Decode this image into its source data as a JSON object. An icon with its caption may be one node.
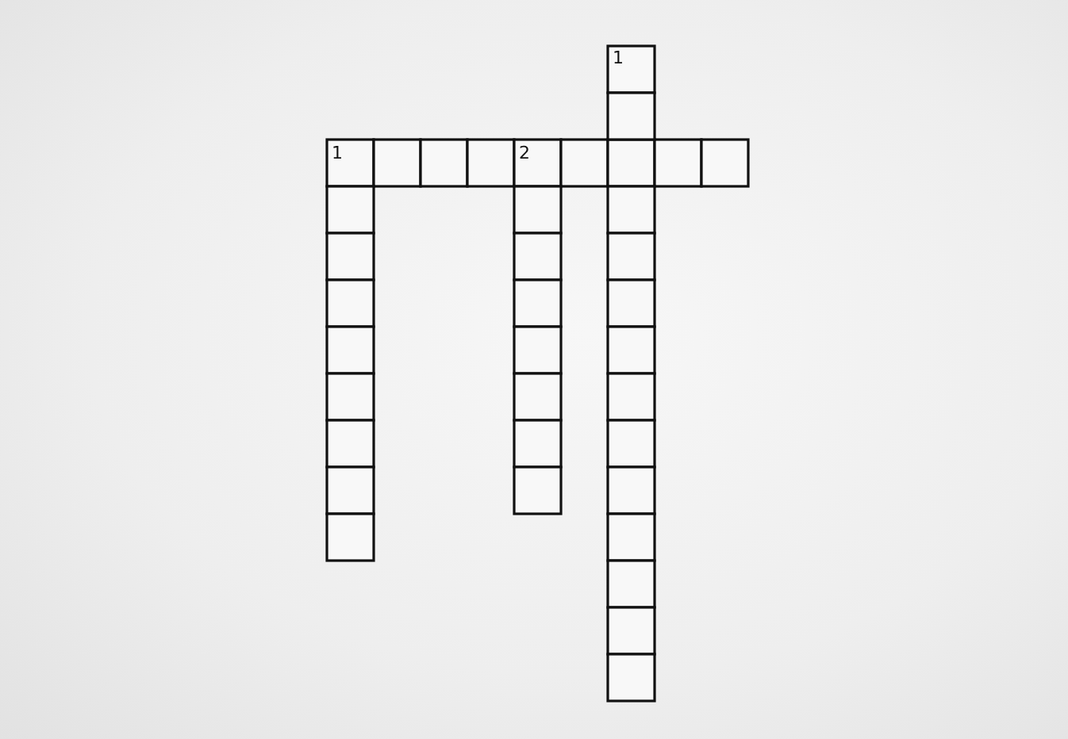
{
  "diagram": {
    "labels": [
      "1",
      "1",
      "2"
    ]
  }
}
